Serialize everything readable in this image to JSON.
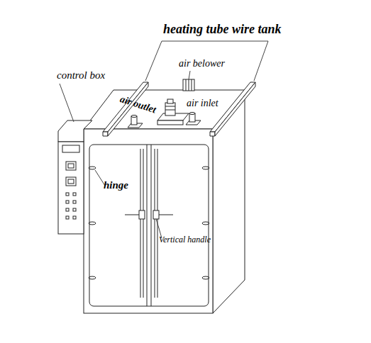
{
  "diagram": {
    "labels": [
      "heating tube wire tank",
      "air belower",
      "air outlet",
      "air inlet",
      "control box",
      "hinge",
      "Vertical handle"
    ]
  }
}
